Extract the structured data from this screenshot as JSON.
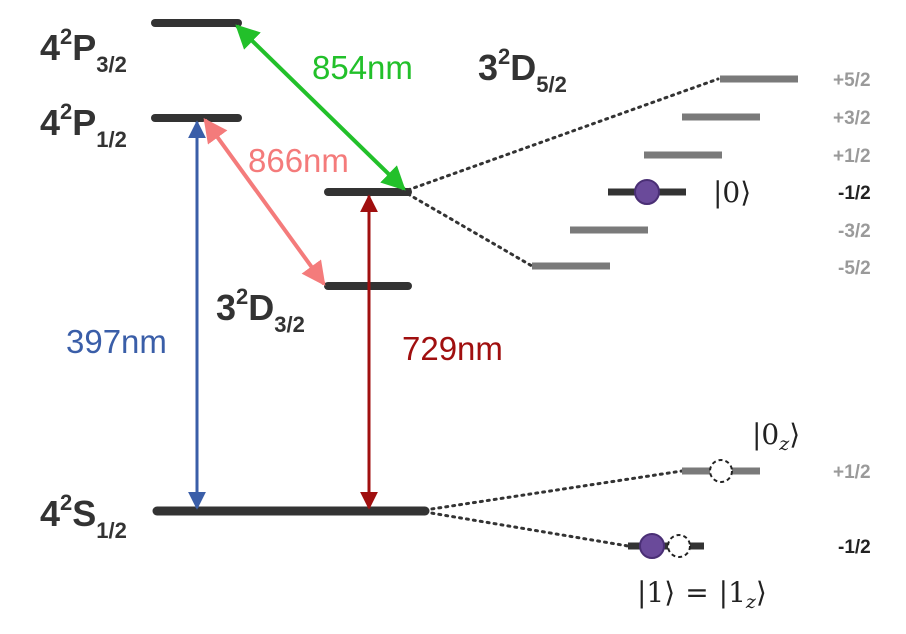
{
  "levels": {
    "p32": {
      "main": "4",
      "sup": "2",
      "letter": "P",
      "sub": "3/2"
    },
    "p12": {
      "main": "4",
      "sup": "2",
      "letter": "P",
      "sub": "1/2"
    },
    "d52": {
      "main": "3",
      "sup": "2",
      "letter": "D",
      "sub": "5/2"
    },
    "d32": {
      "main": "3",
      "sup": "2",
      "letter": "D",
      "sub": "3/2"
    },
    "s12": {
      "main": "4",
      "sup": "2",
      "letter": "S",
      "sub": "1/2"
    }
  },
  "transitions": {
    "t854": {
      "label": "854nm",
      "color": "#22c02a"
    },
    "t866": {
      "label": "866nm",
      "color": "#f47b7b"
    },
    "t397": {
      "label": "397nm",
      "color": "#3a5ea8"
    },
    "t729": {
      "label": "729nm",
      "color": "#a00f0f"
    }
  },
  "sublevels_d52": [
    {
      "mj": "+5/2",
      "highlight": false
    },
    {
      "mj": "+3/2",
      "highlight": false
    },
    {
      "mj": "+1/2",
      "highlight": false
    },
    {
      "mj": "-1/2",
      "highlight": true
    },
    {
      "mj": "-3/2",
      "highlight": false
    },
    {
      "mj": "-5/2",
      "highlight": false
    }
  ],
  "sublevels_s12": [
    {
      "mj": "+1/2",
      "highlight": false
    },
    {
      "mj": "-1/2",
      "highlight": true
    }
  ],
  "kets": {
    "zero": {
      "open": "|0",
      "close": "⟩"
    },
    "zero_z": {
      "open": "|0",
      "sub": "z",
      "close": "⟩"
    },
    "one": {
      "open": "|1",
      "close": "⟩",
      "eq": "=",
      "open2": "|1",
      "sub": "z",
      "close2": "⟩"
    }
  },
  "colors": {
    "level": "#333333",
    "sublevel": "#7a7a7a",
    "ion": "#6a4a9a",
    "mj_gray": "#9a9a9a",
    "mj_dark": "#222222"
  }
}
